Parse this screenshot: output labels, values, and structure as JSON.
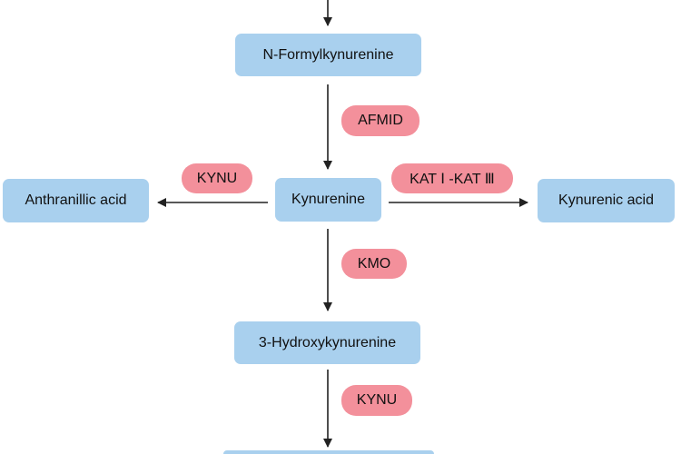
{
  "nodes": {
    "formylkynurenine": "N-Formylkynurenine",
    "kynurenine": "Kynurenine",
    "anthranilic_acid": "Anthranillic acid",
    "kynurenic_acid": "Kynurenic acid",
    "hydroxykynurenine": "3-Hydroxykynurenine"
  },
  "enzymes": {
    "afmid": "AFMID",
    "kynu_left": "KYNU",
    "kat": "KAT Ⅰ -KAT Ⅲ",
    "kmo": "KMO",
    "kynu_bottom": "KYNU"
  },
  "colors": {
    "node_fill": "#a9d0ee",
    "enzyme_fill": "#f3909b",
    "arrow": "#222222"
  }
}
